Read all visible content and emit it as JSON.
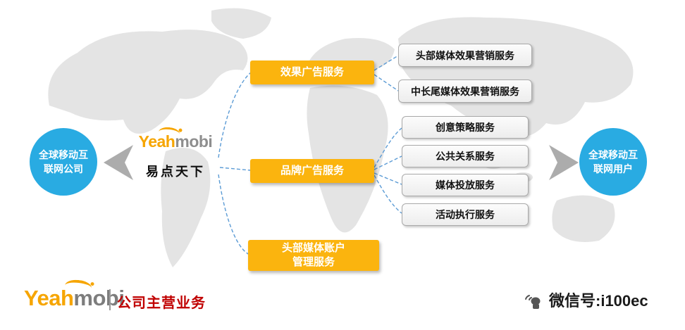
{
  "colors": {
    "circle_blue": "#29ABE2",
    "box_yellow": "#FBB40E",
    "title_red": "#C00000",
    "logo_orange": "#F6A500",
    "logo_gray": "#8E8E8E",
    "dash_blue": "#5B9BD5",
    "arrow_gray": "#ACACAC"
  },
  "flow": {
    "left_circle": "全球移动互\n联网公司",
    "right_circle": "全球移动互\n联网用户"
  },
  "brand": {
    "yeah": "Yeah",
    "mobi": "mobi",
    "tagline": "易点天下"
  },
  "yellow_boxes": [
    {
      "label": "效果广告服务"
    },
    {
      "label": "品牌广告服务"
    },
    {
      "label": "头部媒体账户\n管理服务"
    }
  ],
  "gray_boxes": [
    {
      "label": "头部媒体效果营销服务"
    },
    {
      "label": "中长尾媒体效果营销服务"
    },
    {
      "label": "创意策略服务"
    },
    {
      "label": "公共关系服务"
    },
    {
      "label": "媒体投放服务"
    },
    {
      "label": "活动执行服务"
    }
  ],
  "footer": {
    "yeah": "Yeah",
    "mobi": "mobi",
    "title": "公司主营业务",
    "wechat": "微信号:i100ec"
  }
}
